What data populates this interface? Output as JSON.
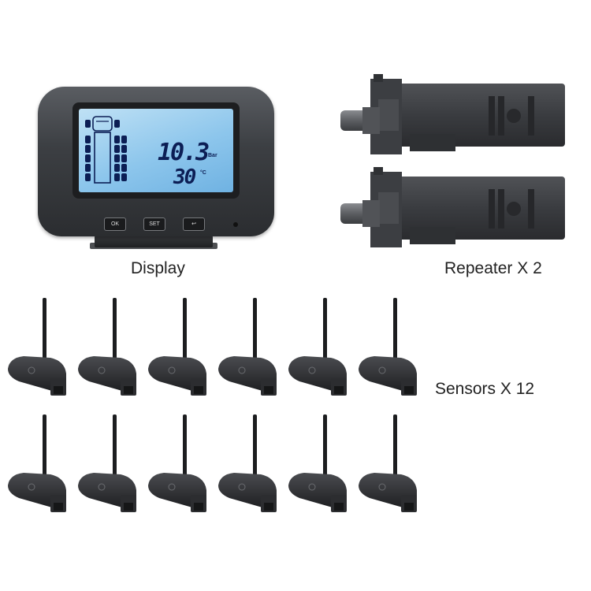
{
  "captions": {
    "display": "Display",
    "repeater": "Repeater X 2",
    "sensors": "Sensors X 12"
  },
  "display_unit": {
    "pressure_value": "10.3",
    "pressure_unit": "Bar",
    "temperature_value": "30",
    "temperature_unit": "°C",
    "buttons": [
      "OK",
      "SET",
      "↩"
    ]
  },
  "counts": {
    "repeaters": 2,
    "sensors": 12
  },
  "colors": {
    "lcd_backlight": "#8dc6ec",
    "lcd_digits": "#0c1e55",
    "device_body": "#2b2d30"
  }
}
